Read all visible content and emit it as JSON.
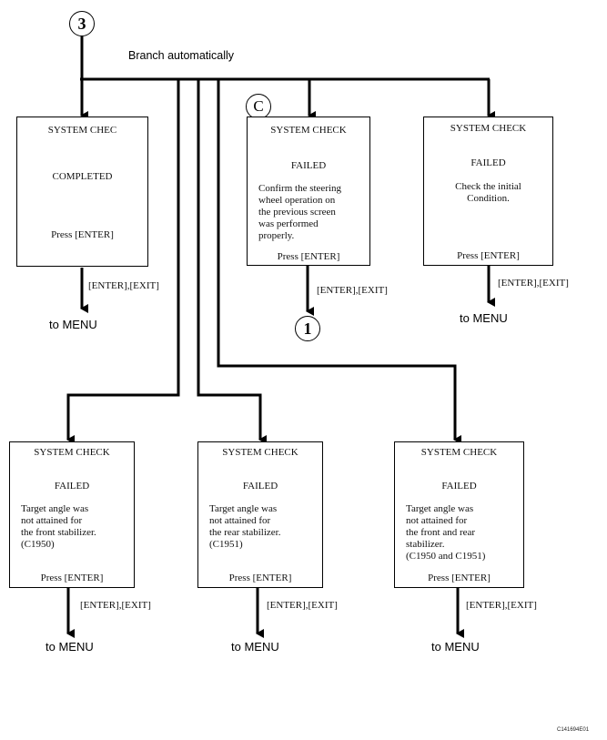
{
  "nodes": {
    "start": "3",
    "c_marker": "C",
    "end_1": "1"
  },
  "branch_label": "Branch automatically",
  "boxes": {
    "completed": {
      "title": "SYSTEM CHEC",
      "status": "COMPLETED",
      "message": "",
      "prompt": "Press [ENTER]"
    },
    "failed_steering": {
      "title": "SYSTEM CHECK",
      "status": "FAILED",
      "message": "Confirm the steering\nwheel operation on\nthe previous screen\nwas performed\nproperly.",
      "prompt": "Press [ENTER]"
    },
    "failed_initial": {
      "title": "SYSTEM CHECK",
      "status": "FAILED",
      "message": "Check the initial\nCondition.",
      "prompt": "Press [ENTER]"
    },
    "failed_front": {
      "title": "SYSTEM CHECK",
      "status": "FAILED",
      "message": "Target angle was\nnot attained for\nthe front stabilizer.\n(C1950)",
      "prompt": "Press [ENTER]"
    },
    "failed_rear": {
      "title": "SYSTEM CHECK",
      "status": "FAILED",
      "message": "Target angle was\nnot attained for\nthe rear stabilizer.\n(C1951)",
      "prompt": "Press [ENTER]"
    },
    "failed_both": {
      "title": "SYSTEM CHECK",
      "status": "FAILED",
      "message": "Target angle was\nnot attained for\nthe front and rear\nstabilizer.\n(C1950 and C1951)",
      "prompt": "Press [ENTER]"
    }
  },
  "edge_label": "[ENTER],[EXIT]",
  "menu_target": "to MENU",
  "figure_code": "C141694E01"
}
